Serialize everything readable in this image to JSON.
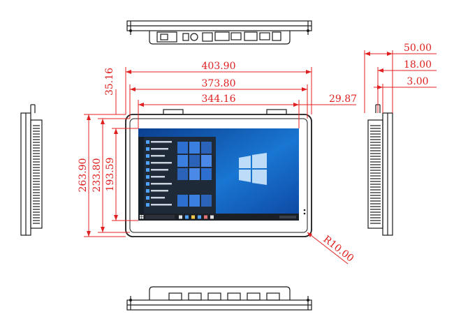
{
  "dimensions": {
    "overall_width": "403.90",
    "bezel_width": "373.80",
    "screen_width": "344.16",
    "bracket_offset": "35.16",
    "right_offset": "29.87",
    "overall_height": "263.90",
    "bezel_height": "233.80",
    "screen_height": "193.59",
    "corner_radius": "R10.00",
    "depth_total": "50.00",
    "depth_body": "18.00",
    "depth_bezel": "3.00"
  },
  "colors": {
    "dimension": "#e02020",
    "outline": "#1a1a1a",
    "desktop": "#1565c0"
  },
  "icons": [
    "windows-logo-icon",
    "start-button-icon"
  ]
}
